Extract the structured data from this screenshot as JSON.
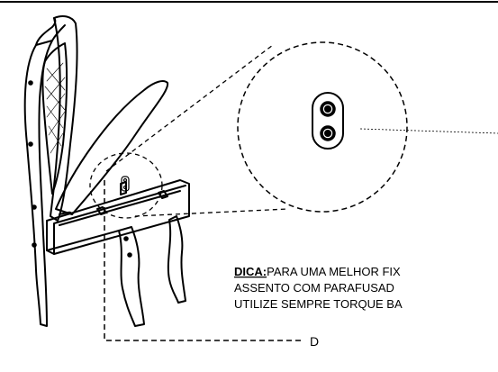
{
  "tip": {
    "heading": "DICA:",
    "line1": "PARA UMA MELHOR FIX",
    "line2": "ASSENTO COM PARAFUSAD",
    "line3": "UTILIZE SEMPRE TORQUE BA"
  },
  "callout": {
    "label": "D"
  },
  "icons": {
    "chair": "chair-assembly-illustration",
    "detail": "bracket-detail-magnifier",
    "bracket": "two-hole-mounting-bracket"
  }
}
